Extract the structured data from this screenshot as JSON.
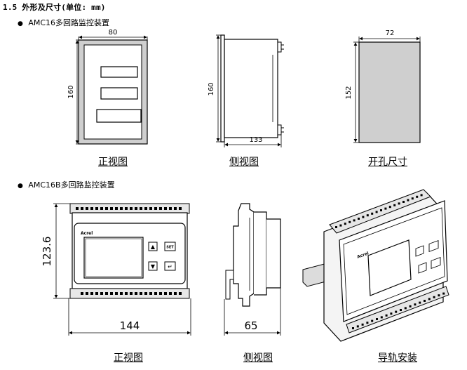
{
  "section_heading": "1.5 外形及尺寸(单位: mm)",
  "bullet": "●",
  "models": [
    {
      "name": "AMC16多回路监控装置",
      "views": [
        {
          "caption": "正视图",
          "dims": {
            "width": "80",
            "height": "160"
          }
        },
        {
          "caption": "侧视图",
          "dims": {
            "height": "160",
            "depth": "133"
          }
        },
        {
          "caption": "开孔尺寸",
          "dims": {
            "width": "72",
            "height": "152"
          }
        }
      ]
    },
    {
      "name": "AMC16B多回路监控装置",
      "views": [
        {
          "caption": "正视图",
          "dims": {
            "width": "144",
            "height": "123.6"
          }
        },
        {
          "caption": "侧视图",
          "dims": {
            "depth": "65"
          }
        },
        {
          "caption": "导轨安装"
        }
      ],
      "panel": {
        "brand": "Acrel",
        "key_set": "SET",
        "key_up": "▲",
        "key_down": "▼",
        "key_enter": "↵"
      }
    }
  ]
}
